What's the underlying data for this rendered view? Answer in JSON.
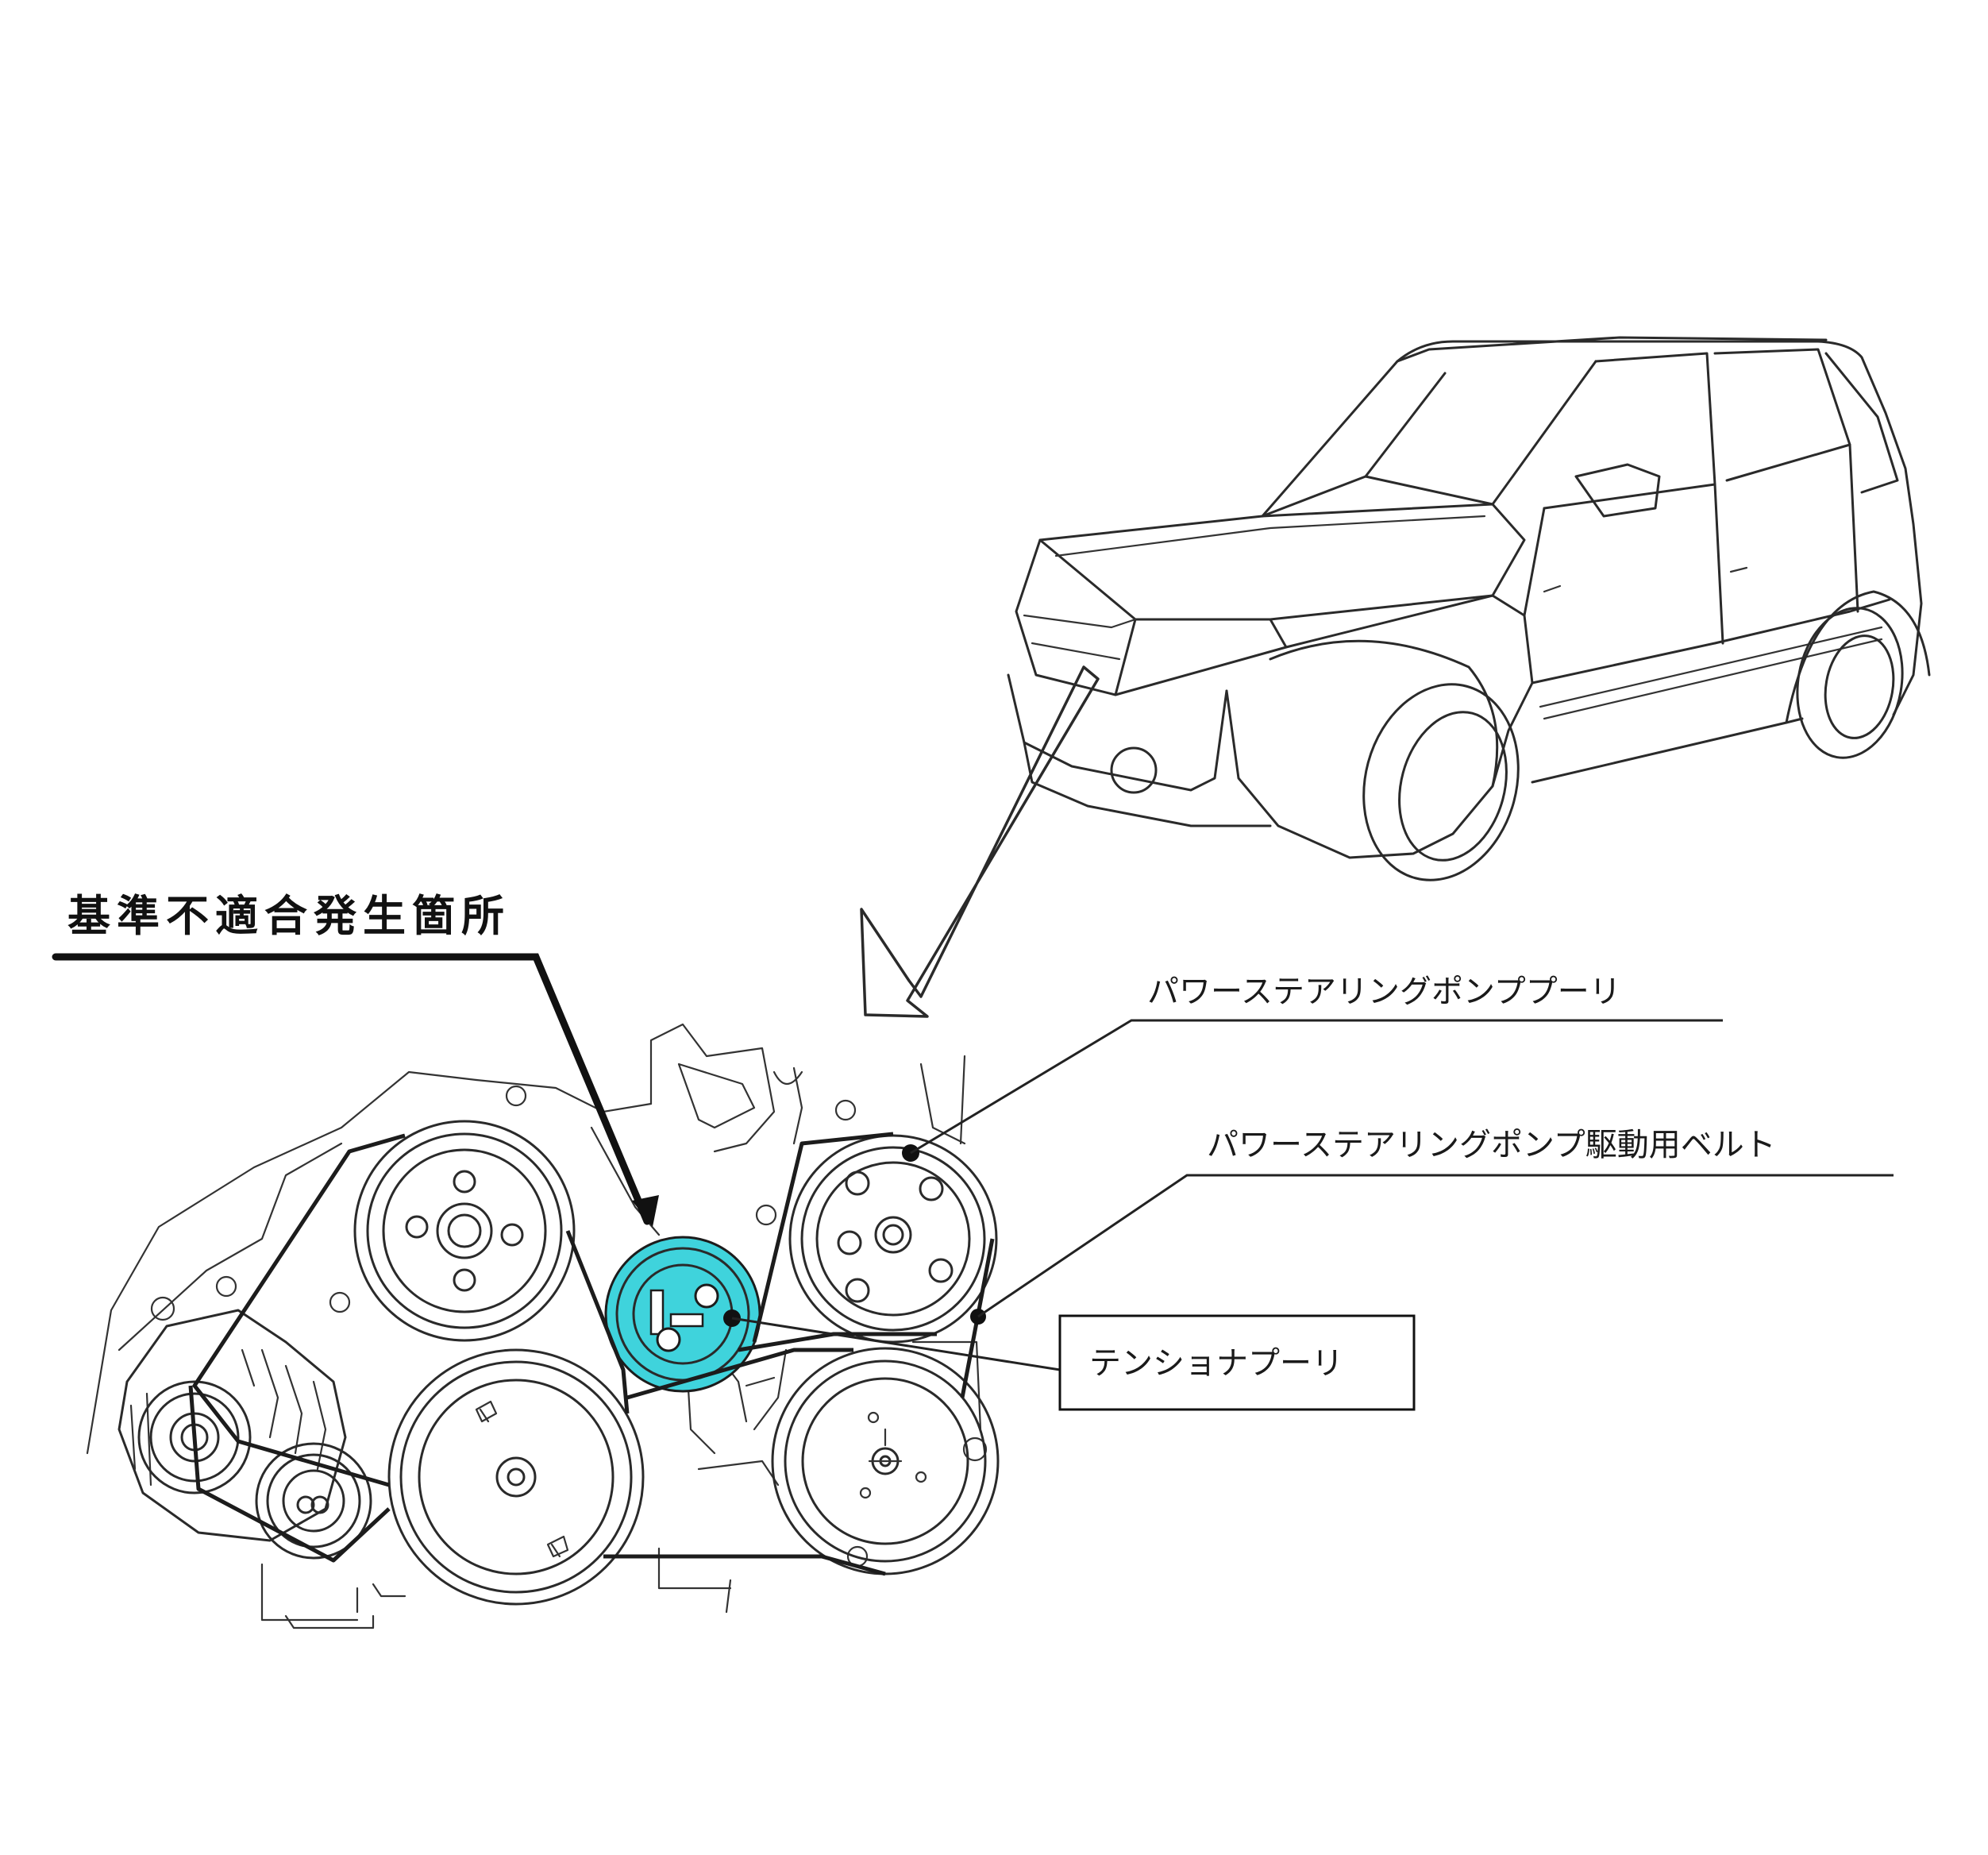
{
  "labels": {
    "defect_location": "基準不適合発生箇所",
    "ps_pump_pulley": "パワーステアリングポンププーリ",
    "ps_pump_drive_belt": "パワーステアリングポンプ駆動用ベルト",
    "tensioner_pulley": "テンショナプーリ"
  },
  "colors": {
    "highlight": "#3fd3dc",
    "line": "#2a2a2a",
    "background": "#ffffff"
  }
}
